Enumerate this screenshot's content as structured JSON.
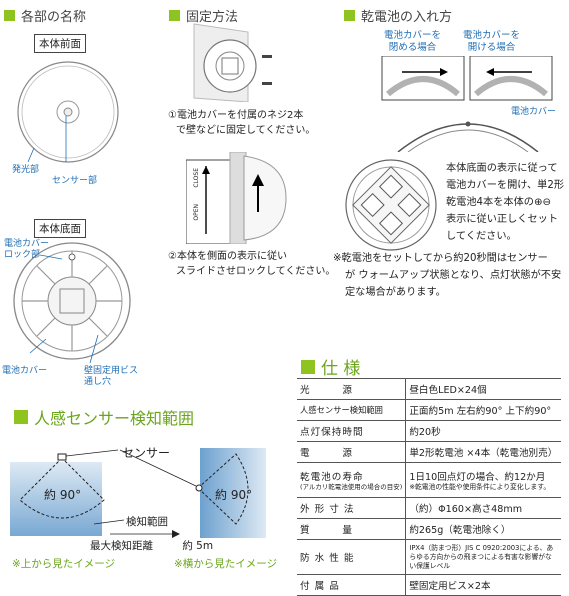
{
  "sections": {
    "names": "各部の名称",
    "fixing": "固定方法",
    "battery": "乾電池の入れ方",
    "sensor_range": "人感センサー検知範囲",
    "spec": "仕 様"
  },
  "names": {
    "front_label": "本体前面",
    "bottom_label": "本体底面",
    "light_emitting": "発光部",
    "sensor_part": "センサー部",
    "lock_part_1": "電池カバー",
    "lock_part_2": "ロック部",
    "battery_cover": "電池カバー",
    "screw_hole_1": "壁固定用ビス",
    "screw_hole_2": "通し穴"
  },
  "fixing": {
    "step1_line1": "①電池カバーを付属のネジ2本",
    "step1_line2": "で壁などに固定してください。",
    "close_label": "CLOSE",
    "open_label": "OPEN",
    "step2_line1": "②本体を側面の表示に従い",
    "step2_line2": "スライドさせロックしてください。"
  },
  "battery": {
    "close_case_1": "電池カバーを",
    "close_case_2": "閉める場合",
    "open_case_1": "電池カバーを",
    "open_case_2": "開ける場合",
    "cover_label": "電池カバー",
    "instructions": [
      "本体底面の表示に従って",
      "電池カバーを開け、単2形",
      "乾電池4本を本体の⊕⊖",
      "表示に従い正しくセット",
      "してください。"
    ],
    "note": [
      "※乾電池をセットしてから約20秒間はセンサー",
      "が ウォームアップ状態となり、点灯状態が不安",
      "定な場合があります。"
    ]
  },
  "sensor": {
    "sensor_label": "センサー",
    "angle_top": "約 90°",
    "angle_side": "約 90°",
    "detect_range": "検知範囲",
    "max_distance_label": "最大検知距離",
    "max_distance_value": "約 5m",
    "top_view": "※上から見たイメージ",
    "side_view": "※横から見たイメージ"
  },
  "spec": [
    {
      "key": "光　　　源",
      "value": "昼白色LED×24個"
    },
    {
      "key": "人感センサー検知範囲",
      "value": "正面約5m 左右約90° 上下約90°"
    },
    {
      "key": "点灯保持時間",
      "value": "約20秒"
    },
    {
      "key": "電　　　源",
      "value": "単2形乾電池 ×4本（乾電池別売）"
    },
    {
      "key": "乾電池の寿命",
      "key_sub": "(アルカリ乾電池使用の場合の目安)",
      "value": "1日10回点灯の場合、約12か月",
      "value_sub": "※乾電池の性能や使用条件により変化します。"
    },
    {
      "key": "外 形 寸 法",
      "value": "（約）Φ160×高さ48mm"
    },
    {
      "key": "質　　　量",
      "value": "約265g（乾電池除く）"
    },
    {
      "key": "防 水 性 能",
      "value_sub": "IPX4（防まつ形）JIS C 0920:2003による、あらゆる方向からの飛まつによる有害な影響がない保護レベル"
    },
    {
      "key": "付 属 品",
      "value": "壁固定用ビス×2本"
    }
  ],
  "colors": {
    "accent_green": "#8fc31f",
    "label_blue": "#1f6eb5",
    "range_blue": "#3f8fd4"
  }
}
